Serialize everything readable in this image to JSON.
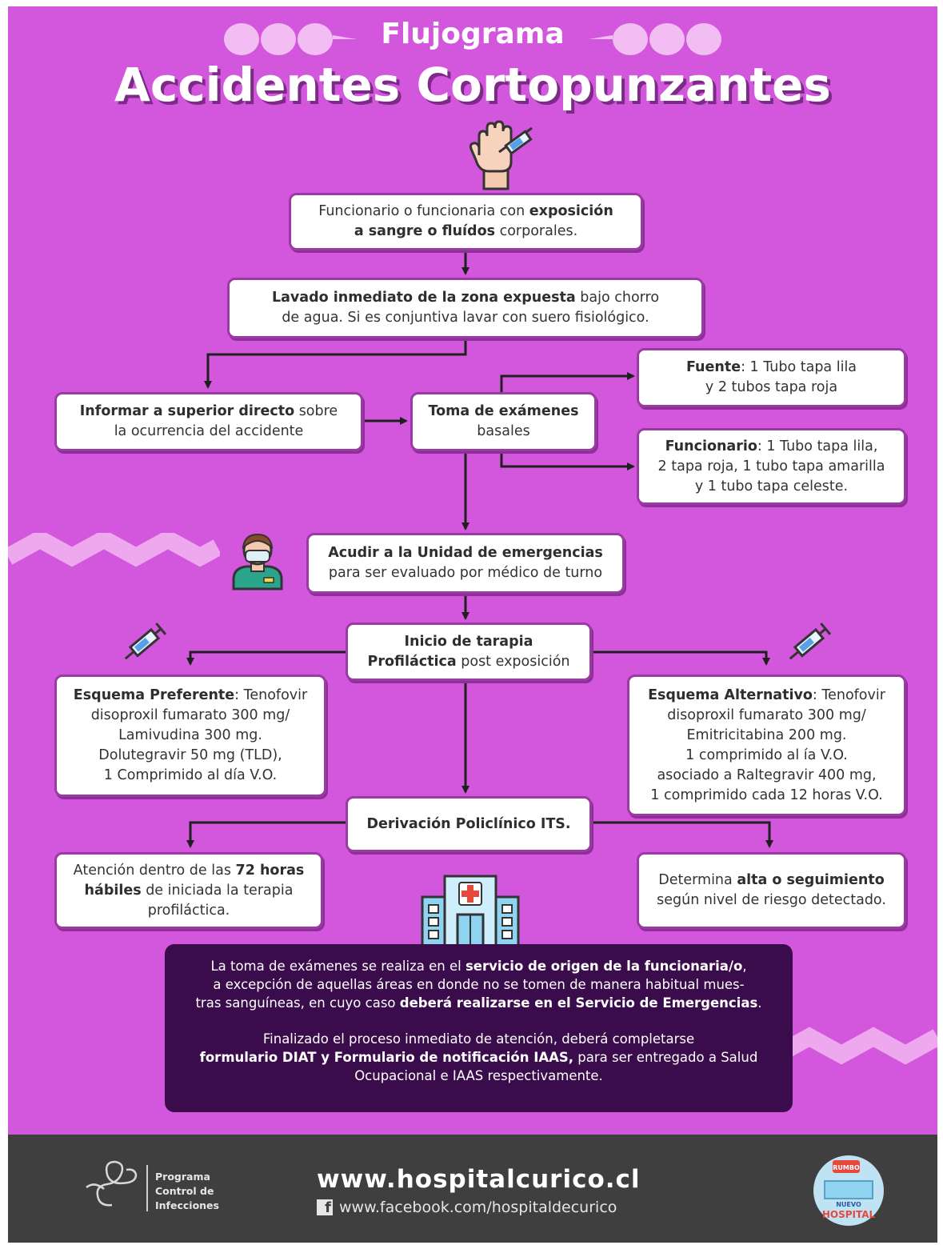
{
  "header": {
    "subtitle": "Flujograma",
    "title": "Accidentes Cortopunzantes"
  },
  "nodes": {
    "exposure": {
      "pre": "Funcionario o funcionaria con ",
      "bold1": "exposición",
      "bold2": "a sangre o fluídos",
      "post": " corporales."
    },
    "washing": {
      "bold": "Lavado inmediato de la zona expuesta",
      "post1": " bajo chorro",
      "line2": "de agua. Si es conjuntiva lavar con suero fisiológico."
    },
    "inform": {
      "bold": "Informar a superior directo",
      "post": " sobre",
      "line2": "la ocurrencia del accidente"
    },
    "exams": {
      "bold": "Toma de exámenes",
      "line2": "basales"
    },
    "source": {
      "bold": "Fuente",
      "post": ": 1 Tubo tapa lila",
      "line2": "y 2 tubos tapa roja"
    },
    "employee": {
      "bold": "Funcionario",
      "post": ":  1 Tubo tapa lila,",
      "line2": "2 tapa roja, 1 tubo tapa amarilla",
      "line3": "y 1 tubo tapa celeste."
    },
    "emergency": {
      "bold": "Acudir a la Unidad de emergencias",
      "line2": "para ser evaluado por médico de turno"
    },
    "therapy": {
      "bold1": "Inicio de tarapia",
      "bold2": "Profiláctica",
      "post": " post exposición"
    },
    "preferred": {
      "bold": "Esquema Preferente",
      "post": ": Tenofovir",
      "line2": "disoproxil fumarato 300 mg/",
      "line3": "Lamivudina 300 mg.",
      "line4": "Dolutegravir 50 mg (TLD),",
      "line5": "1 Comprimido al día V.O."
    },
    "alternative": {
      "bold": "Esquema Alternativo",
      "post": ": Tenofovir",
      "line2": "disoproxil fumarato 300 mg/",
      "line3": "Emitricitabina 200 mg.",
      "line4": "1 comprimido al ía V.O.",
      "line5": "asociado a Raltegravir 400 mg,",
      "line6": "1 comprimido cada 12 horas V.O."
    },
    "referral": {
      "bold": "Derivación Policlínico ITS."
    },
    "attention": {
      "pre": "Atención dentro de las ",
      "bold1": "72 horas",
      "bold2": "hábiles",
      "post": " de iniciada la terapia",
      "line3": "profiláctica."
    },
    "discharge": {
      "pre": "Determina ",
      "bold": "alta o seguimiento",
      "line2": "según nivel de riesgo detectado."
    }
  },
  "note": {
    "p1_a": "La toma de exámenes se realiza en el ",
    "p1_b": "servicio de origen de la funcionaria/o",
    "p1_c": ",",
    "p1_d": "a excepción de aquellas áreas en donde no se tomen de manera habitual mues-",
    "p1_e": "tras sanguíneas, en cuyo caso ",
    "p1_f": "deberá realizarse en el Servicio de Emergencias",
    "p1_g": ".",
    "p2_a": "Finalizado el proceso inmediato de atención, deberá completarse",
    "p2_b": "formulario DIAT y Formulario de notificación IAAS,",
    "p2_c": " para ser entregado a Salud",
    "p2_d": "Ocupacional e IAAS respectivamente."
  },
  "footer": {
    "program_line1": "Programa",
    "program_line2": "Control de",
    "program_line3": "Infecciones",
    "website": "www.hospitalcurico.cl",
    "facebook": "www.facebook.com/hospitaldecurico",
    "badge_line1": "RUMBO",
    "badge_line2": "NUEVO",
    "badge_line3": "HOSPITAL"
  },
  "colors": {
    "background": "#d257dc",
    "box_border": "#9a3aa3",
    "note_bg": "#3b0c4b",
    "footer_bg": "#3f3f3f",
    "arrow": "#1f1f1f"
  },
  "icons": [
    "hand-with-syringe-icon",
    "nurse-icon",
    "syringe-icon",
    "hospital-icon",
    "program-logo-icon",
    "facebook-icon",
    "new-hospital-badge-icon"
  ]
}
